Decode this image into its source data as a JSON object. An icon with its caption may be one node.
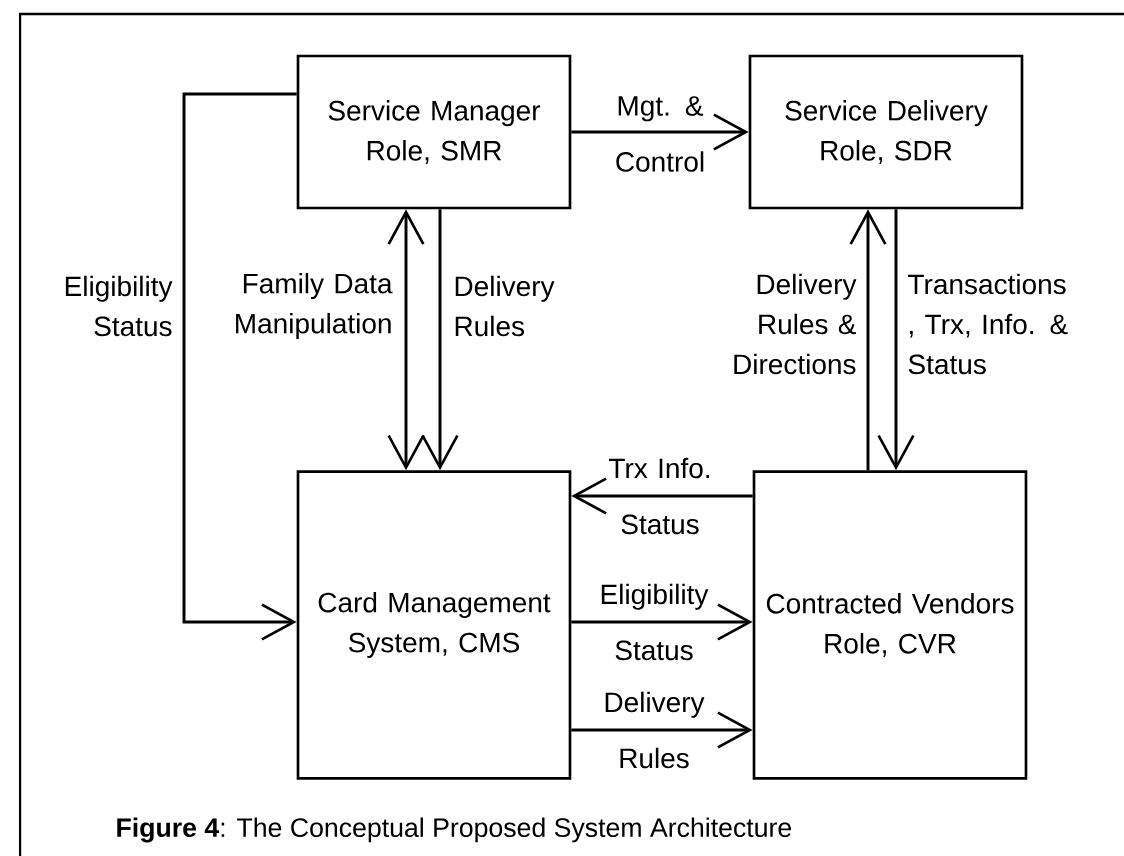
{
  "diagram": {
    "caption": "**Figure 4**: The Conceptual Proposed System Architecture",
    "nodes": [
      {
        "text": [
          "Service Manager Role, SMR"
        ]
      },
      {
        "text": [
          "Service Delivery Role, SDR"
        ]
      },
      {
        "text": [
          "Card Management System, CMS"
        ]
      },
      {
        "text": [
          "Contracted Vendors Role, CVR"
        ]
      }
    ],
    "edges": [
      {
        "from": 0,
        "to": 1,
        "arrow": "to",
        "label": "Mgt. & Control"
      },
      {
        "from": 0,
        "to": 2,
        "arrow": "to",
        "label": "Eligibility Status"
      },
      {
        "from": 2,
        "to": 0,
        "arrow": "both",
        "label": "Family Data Manipulation"
      },
      {
        "from": 0,
        "to": 2,
        "arrow": "to",
        "label": "Delivery Rules"
      },
      {
        "from": 3,
        "to": 1,
        "arrow": "to",
        "label": "Delivery Rules & Directions"
      },
      {
        "from": 1,
        "to": 3,
        "arrow": "to",
        "label": "Transactions , Trx, Info. & Status"
      },
      {
        "from": 3,
        "to": 2,
        "arrow": "to",
        "label": "Trx Info. Status"
      },
      {
        "from": 2,
        "to": 3,
        "arrow": "to",
        "label": "Eligibility Status"
      },
      {
        "from": 2,
        "to": 3,
        "arrow": "to",
        "label": "Delivery Rules"
      }
    ]
  }
}
